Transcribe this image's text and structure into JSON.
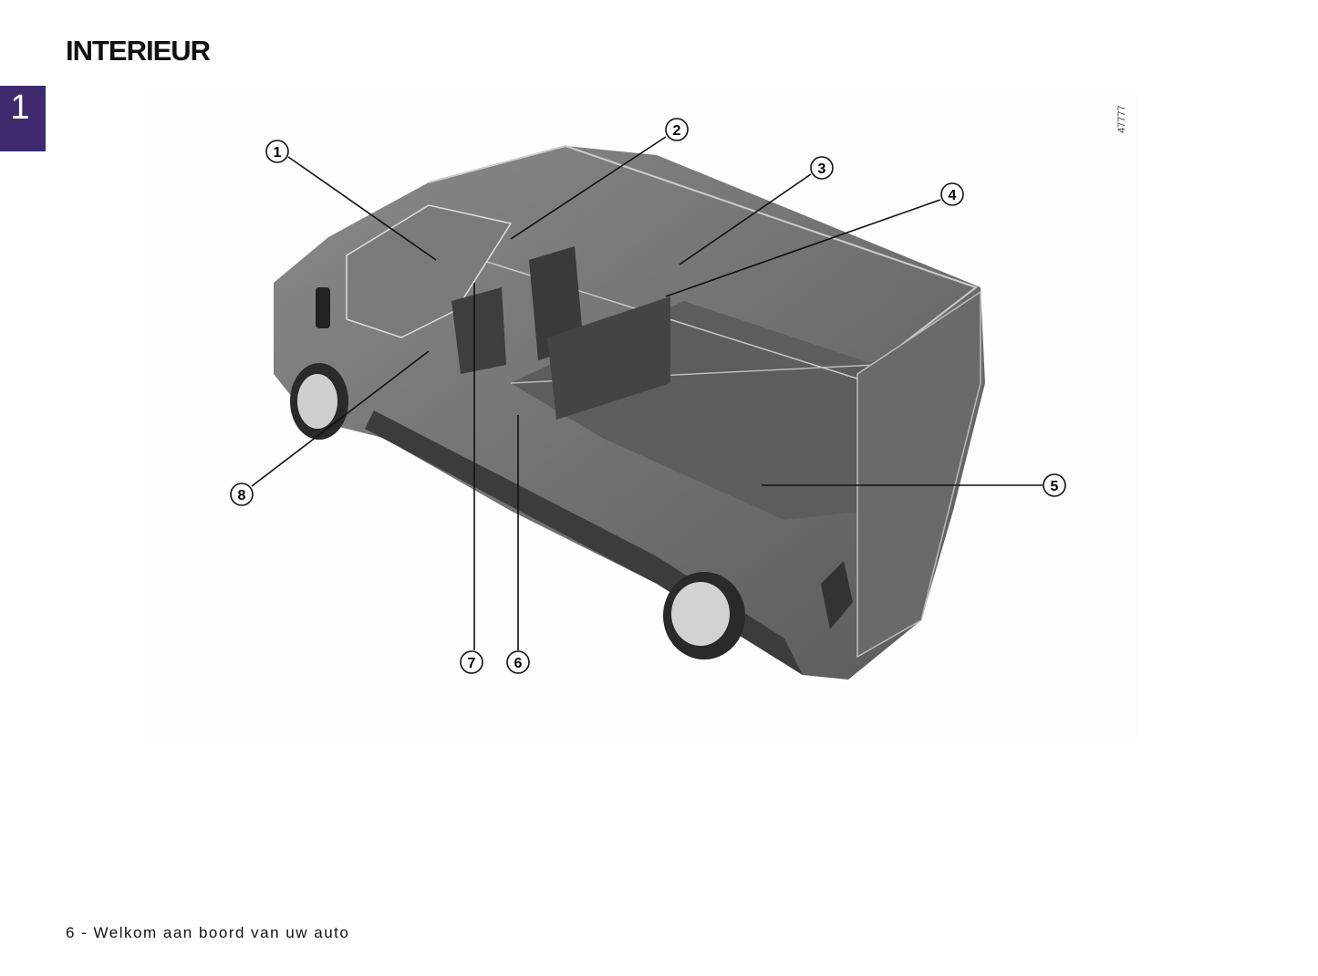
{
  "page": {
    "title": "INTERIEUR",
    "chapter_tab": "1",
    "figure_number": "47777",
    "footer": "6 - Welkom aan boord van uw auto"
  },
  "figure": {
    "callouts": [
      "1",
      "2",
      "3",
      "4",
      "5",
      "6",
      "7",
      "8"
    ]
  }
}
